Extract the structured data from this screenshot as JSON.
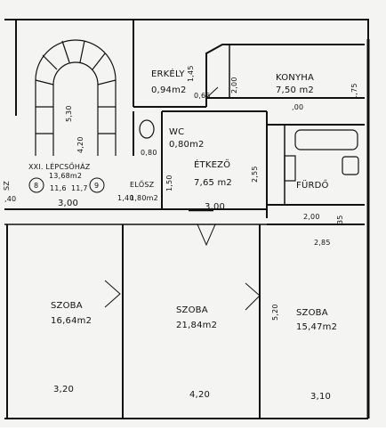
{
  "rooms": {
    "erkely": {
      "name": "ERKÉLY",
      "area": "0,94m2"
    },
    "konyha": {
      "name": "KONYHA",
      "area": "7,50 m2"
    },
    "wc": {
      "name": "WC",
      "area": "0,80m2"
    },
    "etkezo": {
      "name": "ÉTKEZŐ",
      "area": "7,65 m2"
    },
    "furdo": {
      "name": "FÜRDŐ"
    },
    "lepcsohaz": {
      "name": "XXI. LÉPCSŐHÁZ",
      "area": "13,68m2"
    },
    "elosz": {
      "name": "ELŐSZ",
      "area": "1,80m2"
    },
    "szoba1": {
      "name": "SZOBA",
      "area": "16,64m2"
    },
    "szoba2": {
      "name": "SZOBA",
      "area": "21,84m2"
    },
    "szoba3": {
      "name": "SZOBA",
      "area": "15,47m2"
    }
  },
  "dimensions": {
    "d_145": "1,45",
    "d_065": "0,65",
    "d_200a": "2,00",
    "d_175": "1,75",
    "d_100": ",00",
    "d_530": "5,30",
    "d_420s": "4,20",
    "d_080": "0,80",
    "d_255": "2,55",
    "d_150": "1,50",
    "d_300a": "3,00",
    "d_300b": "3,00",
    "d_200b": "2,00",
    "d_35": "35",
    "d_285": "2,85",
    "d_520": "5,20",
    "d_320": "3,20",
    "d_420": "4,20",
    "d_310": "3,10",
    "d_140": "1,40",
    "d_116": "11,6",
    "d_117": "11,7",
    "d_sz": "SZ",
    "d_040": ",40"
  },
  "markers": {
    "m8": "8",
    "m9": "9"
  },
  "colors": {
    "ink": "#111111",
    "paper": "#f4f4f2"
  }
}
